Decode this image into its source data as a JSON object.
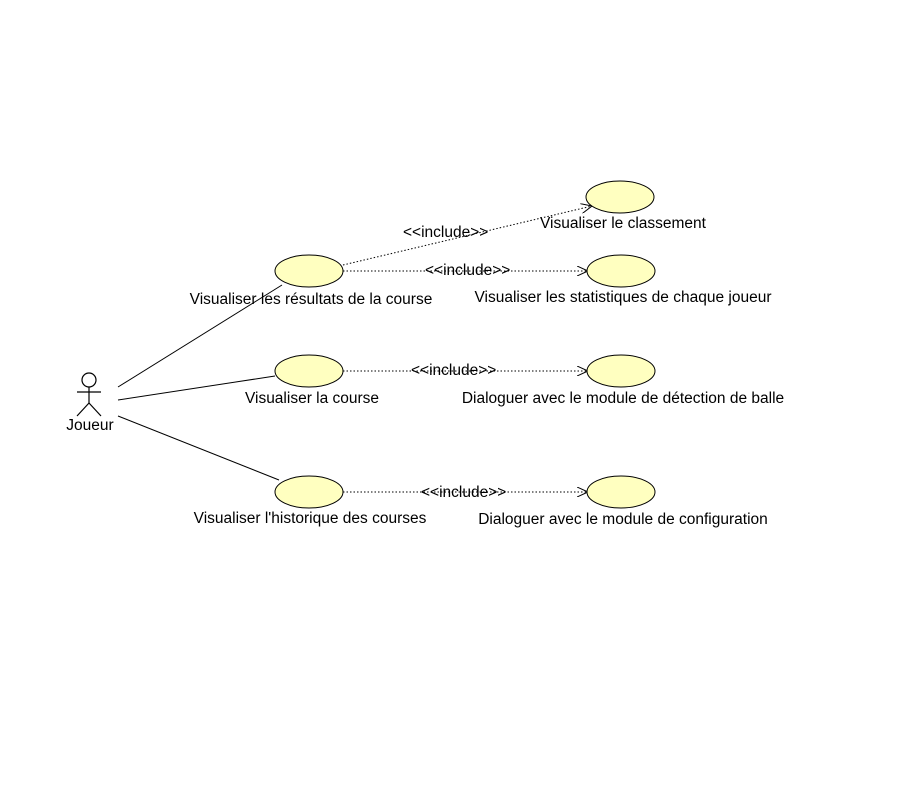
{
  "colors": {
    "usecase_fill": "#ffffc0",
    "line": "#000000",
    "background": "#ffffff"
  },
  "actor": {
    "name": "Joueur"
  },
  "use_cases": {
    "results": "Visualiser les résultats de la course",
    "race": "Visualiser la course",
    "history": "Visualiser l'historique des courses",
    "ranking": "Visualiser le classement",
    "stats": "Visualiser les statistiques de chaque joueur",
    "ball_detection": "Dialoguer avec le module de détection de balle",
    "config": "Dialoguer avec le module de configuration"
  },
  "relations": {
    "include_label": "<<include>>"
  }
}
